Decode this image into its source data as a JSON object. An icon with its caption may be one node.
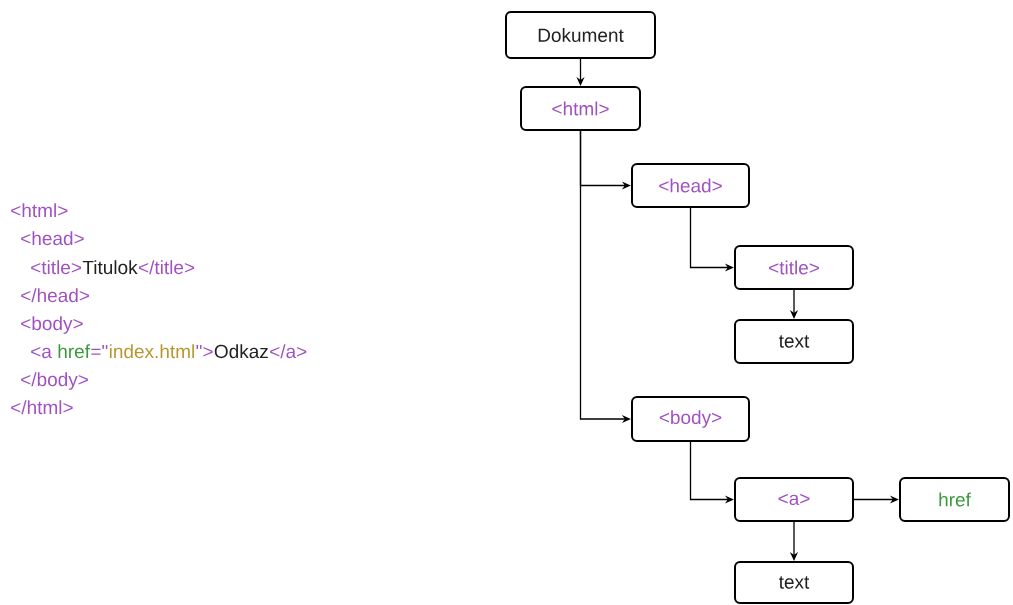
{
  "diagram": {
    "nodes": [
      {
        "text": [
          "Dokument"
        ]
      },
      {
        "text": [
          "<html>"
        ]
      },
      {
        "text": [
          "<head>"
        ]
      },
      {
        "text": [
          "<title>"
        ]
      },
      {
        "text": [
          "text"
        ]
      },
      {
        "text": [
          "<body>"
        ]
      },
      {
        "text": [
          "<a>"
        ]
      },
      {
        "text": [
          "href"
        ]
      },
      {
        "text": [
          "text"
        ]
      }
    ],
    "edges": [
      {
        "from": 0,
        "to": 1,
        "arrow": "to"
      },
      {
        "from": 1,
        "to": 2,
        "arrow": "to"
      },
      {
        "from": 1,
        "to": 5,
        "arrow": "to"
      },
      {
        "from": 2,
        "to": 3,
        "arrow": "to"
      },
      {
        "from": 3,
        "to": 4,
        "arrow": "to"
      },
      {
        "from": 5,
        "to": 6,
        "arrow": "to"
      },
      {
        "from": 6,
        "to": 7,
        "arrow": "to"
      },
      {
        "from": 6,
        "to": 8,
        "arrow": "to"
      }
    ],
    "labels": [
      "<html>",
      "<head>",
      "<title>",
      "Titulok",
      "</title>",
      "</head>",
      "<body>",
      "<a",
      "href",
      "=\"",
      "index.html",
      "\">",
      "Odkaz",
      "</a>",
      "</body>",
      "</html>"
    ]
  }
}
